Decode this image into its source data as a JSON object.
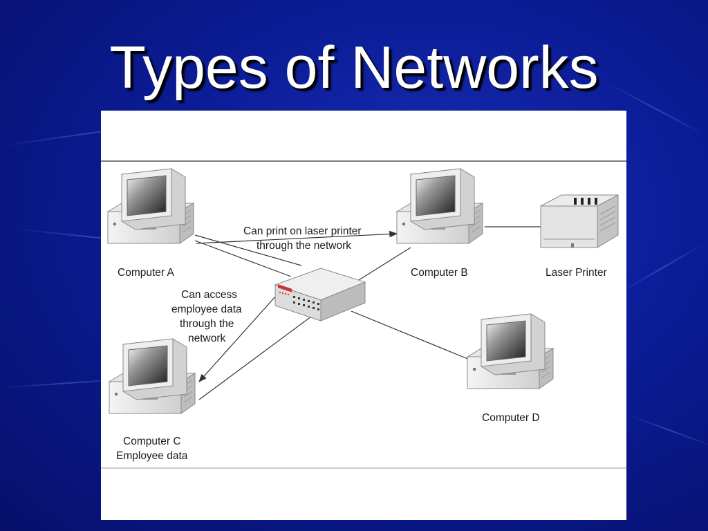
{
  "slide": {
    "title": "Types of Networks"
  },
  "diagram": {
    "nodes": {
      "computer_a": "Computer A",
      "computer_b": "Computer B",
      "computer_c_line1": "Computer C",
      "computer_c_line2": "Employee data",
      "computer_d": "Computer D",
      "laser_printer": "Laser Printer"
    },
    "annotations": {
      "print_line1": "Can print on laser printer",
      "print_line2": "through the network",
      "access_line1": "Can access",
      "access_line2": "employee data",
      "access_line3": "through the",
      "access_line4": "network"
    },
    "colors": {
      "background": "#0b1c96",
      "title": "#ffffff",
      "panel": "#ffffff",
      "line": "#333333"
    }
  }
}
